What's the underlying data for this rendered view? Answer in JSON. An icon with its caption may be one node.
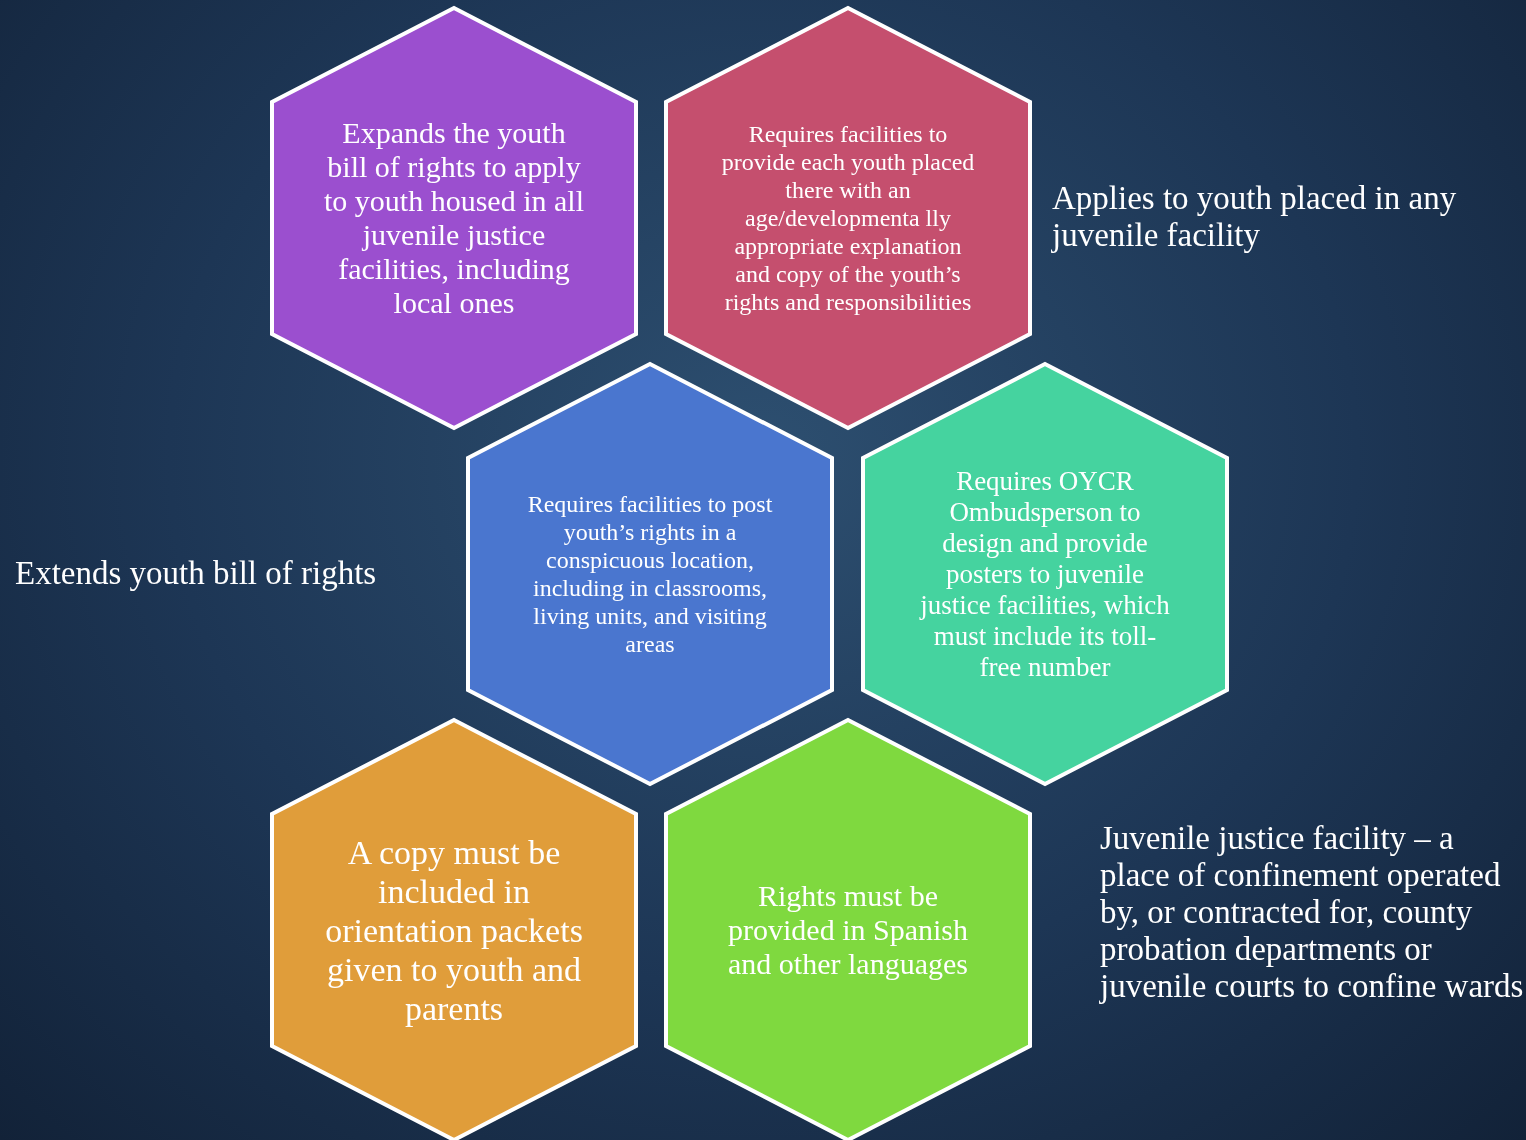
{
  "diagram": {
    "nodes": [
      {
        "text": [
          "Expands the youth bill of rights to apply to youth housed in all juvenile justice facilities, including local ones"
        ]
      },
      {
        "text": [
          "Requires facilities to provide each youth placed there with an age/developmenta lly appropriate explanation and copy of the youth’s rights and responsibilities"
        ]
      },
      {
        "text": [
          "Requires facilities to post youth’s rights in a conspicuous location, including in classrooms, living units, and visiting areas"
        ]
      },
      {
        "text": [
          "Requires OYCR Ombudsperson to design and provide posters to juvenile justice facilities, which must include its toll-free number"
        ]
      },
      {
        "text": [
          "A copy must be included in orientation packets given to youth and parents"
        ]
      },
      {
        "text": [
          "Rights must be provided in Spanish and other languages"
        ]
      }
    ],
    "edges": [],
    "labels": [
      "Applies to youth placed in any juvenile facility",
      "Extends youth bill of rights",
      "Juvenile justice facility – a place of confinement operated by, or contracted for, county probation departments or juvenile courts to confine wards"
    ]
  }
}
